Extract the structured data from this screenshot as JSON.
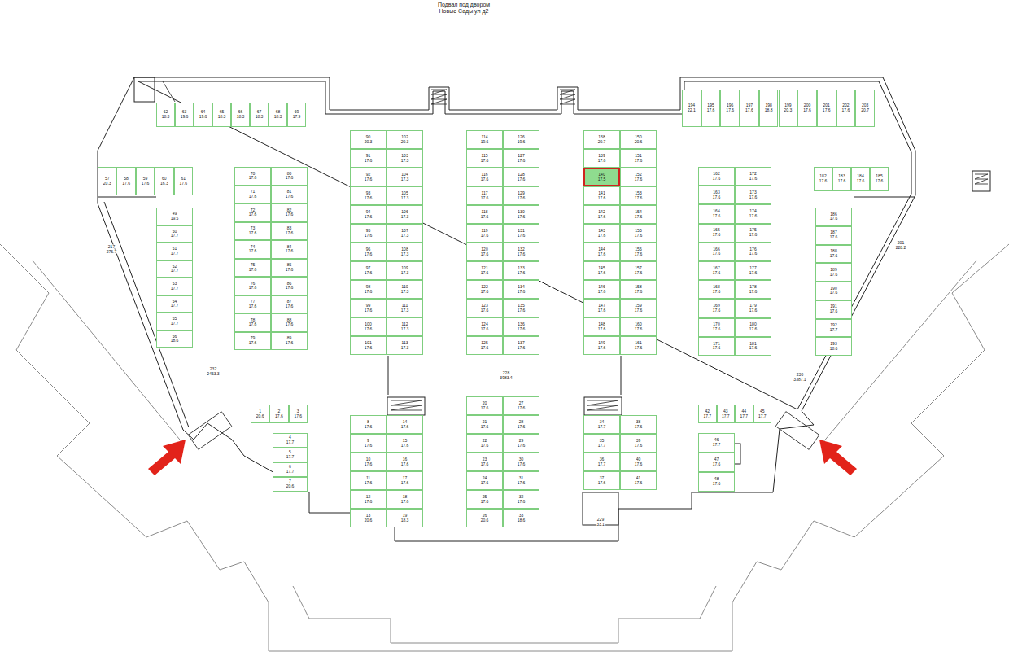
{
  "diagram": {
    "title": "Подвал под двором Новые Сады ул д2",
    "nodes": [
      {
        "text": [
          "62",
          "18.3"
        ]
      },
      {
        "text": [
          "63",
          "19.6"
        ]
      },
      {
        "text": [
          "64",
          "19.6"
        ]
      },
      {
        "text": [
          "65",
          "18.3"
        ]
      },
      {
        "text": [
          "66",
          "18.3"
        ]
      },
      {
        "text": [
          "67",
          "18.3"
        ]
      },
      {
        "text": [
          "68",
          "18.3"
        ]
      },
      {
        "text": [
          "69",
          "17.9"
        ]
      },
      {
        "text": [
          "194",
          "22.1"
        ]
      },
      {
        "text": [
          "195",
          "17.6"
        ]
      },
      {
        "text": [
          "196",
          "17.6"
        ]
      },
      {
        "text": [
          "197",
          "17.6"
        ]
      },
      {
        "text": [
          "198",
          "18.8"
        ]
      },
      {
        "text": [
          "199",
          "20.3"
        ]
      },
      {
        "text": [
          "200",
          "17.6"
        ]
      },
      {
        "text": [
          "201",
          "17.6"
        ]
      },
      {
        "text": [
          "202",
          "17.6"
        ]
      },
      {
        "text": [
          "203",
          "20.7"
        ]
      },
      {
        "text": [
          "57",
          "20.3"
        ]
      },
      {
        "text": [
          "58",
          "17.6"
        ]
      },
      {
        "text": [
          "59",
          "17.6"
        ]
      },
      {
        "text": [
          "60",
          "16.3"
        ]
      },
      {
        "text": [
          "61",
          "17.6"
        ]
      },
      {
        "text": [
          "182",
          "17.6"
        ]
      },
      {
        "text": [
          "183",
          "17.6"
        ]
      },
      {
        "text": [
          "184",
          "17.6"
        ]
      },
      {
        "text": [
          "185",
          "17.6"
        ]
      },
      {
        "text": [
          "49",
          "19.5"
        ]
      },
      {
        "text": [
          "50",
          "17.7"
        ]
      },
      {
        "text": [
          "51",
          "17.7"
        ]
      },
      {
        "text": [
          "52",
          "17.7"
        ]
      },
      {
        "text": [
          "53",
          "17.7"
        ]
      },
      {
        "text": [
          "54",
          "17.7"
        ]
      },
      {
        "text": [
          "55",
          "17.7"
        ]
      },
      {
        "text": [
          "56",
          "18.6"
        ]
      },
      {
        "text": [
          "70",
          "17.6"
        ]
      },
      {
        "text": [
          "71",
          "17.6"
        ]
      },
      {
        "text": [
          "72",
          "17.6"
        ]
      },
      {
        "text": [
          "73",
          "17.6"
        ]
      },
      {
        "text": [
          "74",
          "17.6"
        ]
      },
      {
        "text": [
          "75",
          "17.6"
        ]
      },
      {
        "text": [
          "76",
          "17.6"
        ]
      },
      {
        "text": [
          "77",
          "17.6"
        ]
      },
      {
        "text": [
          "78",
          "17.6"
        ]
      },
      {
        "text": [
          "79",
          "17.6"
        ]
      },
      {
        "text": [
          "80",
          "17.6"
        ]
      },
      {
        "text": [
          "81",
          "17.6"
        ]
      },
      {
        "text": [
          "82",
          "17.6"
        ]
      },
      {
        "text": [
          "83",
          "17.6"
        ]
      },
      {
        "text": [
          "84",
          "17.6"
        ]
      },
      {
        "text": [
          "85",
          "17.6"
        ]
      },
      {
        "text": [
          "86",
          "17.6"
        ]
      },
      {
        "text": [
          "87",
          "17.6"
        ]
      },
      {
        "text": [
          "88",
          "17.6"
        ]
      },
      {
        "text": [
          "89",
          "17.6"
        ]
      },
      {
        "text": [
          "90",
          "20.3"
        ]
      },
      {
        "text": [
          "91",
          "17.6"
        ]
      },
      {
        "text": [
          "92",
          "17.6"
        ]
      },
      {
        "text": [
          "93",
          "17.6"
        ]
      },
      {
        "text": [
          "94",
          "17.6"
        ]
      },
      {
        "text": [
          "95",
          "17.6"
        ]
      },
      {
        "text": [
          "96",
          "17.6"
        ]
      },
      {
        "text": [
          "97",
          "17.6"
        ]
      },
      {
        "text": [
          "98",
          "17.6"
        ]
      },
      {
        "text": [
          "99",
          "17.6"
        ]
      },
      {
        "text": [
          "100",
          "17.6"
        ]
      },
      {
        "text": [
          "101",
          "17.6"
        ]
      },
      {
        "text": [
          "102",
          "20.3"
        ]
      },
      {
        "text": [
          "103",
          "17.3"
        ]
      },
      {
        "text": [
          "104",
          "17.3"
        ]
      },
      {
        "text": [
          "105",
          "17.3"
        ]
      },
      {
        "text": [
          "106",
          "17.3"
        ]
      },
      {
        "text": [
          "107",
          "17.3"
        ]
      },
      {
        "text": [
          "108",
          "17.3"
        ]
      },
      {
        "text": [
          "109",
          "17.3"
        ]
      },
      {
        "text": [
          "110",
          "17.3"
        ]
      },
      {
        "text": [
          "111",
          "17.3"
        ]
      },
      {
        "text": [
          "112",
          "17.3"
        ]
      },
      {
        "text": [
          "113",
          "17.3"
        ]
      },
      {
        "text": [
          "114",
          "19.6"
        ]
      },
      {
        "text": [
          "115",
          "17.6"
        ]
      },
      {
        "text": [
          "116",
          "17.6"
        ]
      },
      {
        "text": [
          "117",
          "17.6"
        ]
      },
      {
        "text": [
          "118",
          "17.6"
        ]
      },
      {
        "text": [
          "119",
          "17.6"
        ]
      },
      {
        "text": [
          "120",
          "17.6"
        ]
      },
      {
        "text": [
          "121",
          "17.6"
        ]
      },
      {
        "text": [
          "122",
          "17.6"
        ]
      },
      {
        "text": [
          "123",
          "17.6"
        ]
      },
      {
        "text": [
          "124",
          "17.6"
        ]
      },
      {
        "text": [
          "125",
          "17.6"
        ]
      },
      {
        "text": [
          "126",
          "19.6"
        ]
      },
      {
        "text": [
          "127",
          "17.6"
        ]
      },
      {
        "text": [
          "128",
          "17.6"
        ]
      },
      {
        "text": [
          "129",
          "17.6"
        ]
      },
      {
        "text": [
          "130",
          "17.6"
        ]
      },
      {
        "text": [
          "131",
          "17.6"
        ]
      },
      {
        "text": [
          "132",
          "17.6"
        ]
      },
      {
        "text": [
          "133",
          "17.6"
        ]
      },
      {
        "text": [
          "134",
          "17.6"
        ]
      },
      {
        "text": [
          "135",
          "17.6"
        ]
      },
      {
        "text": [
          "136",
          "17.6"
        ]
      },
      {
        "text": [
          "137",
          "17.6"
        ]
      },
      {
        "text": [
          "138",
          "20.7"
        ]
      },
      {
        "text": [
          "139",
          "17.6"
        ]
      },
      {
        "text": [
          "140",
          "17.5"
        ]
      },
      {
        "text": [
          "141",
          "17.6"
        ]
      },
      {
        "text": [
          "142",
          "17.6"
        ]
      },
      {
        "text": [
          "143",
          "17.6"
        ]
      },
      {
        "text": [
          "144",
          "17.6"
        ]
      },
      {
        "text": [
          "145",
          "17.6"
        ]
      },
      {
        "text": [
          "146",
          "17.6"
        ]
      },
      {
        "text": [
          "147",
          "17.6"
        ]
      },
      {
        "text": [
          "148",
          "17.6"
        ]
      },
      {
        "text": [
          "149",
          "17.6"
        ]
      },
      {
        "text": [
          "150",
          "20.6"
        ]
      },
      {
        "text": [
          "151",
          "17.6"
        ]
      },
      {
        "text": [
          "152",
          "17.6"
        ]
      },
      {
        "text": [
          "153",
          "17.6"
        ]
      },
      {
        "text": [
          "154",
          "17.6"
        ]
      },
      {
        "text": [
          "155",
          "17.6"
        ]
      },
      {
        "text": [
          "156",
          "17.6"
        ]
      },
      {
        "text": [
          "157",
          "17.6"
        ]
      },
      {
        "text": [
          "158",
          "17.6"
        ]
      },
      {
        "text": [
          "159",
          "17.6"
        ]
      },
      {
        "text": [
          "160",
          "17.6"
        ]
      },
      {
        "text": [
          "161",
          "17.6"
        ]
      },
      {
        "text": [
          "162",
          "17.6"
        ]
      },
      {
        "text": [
          "163",
          "17.6"
        ]
      },
      {
        "text": [
          "164",
          "17.6"
        ]
      },
      {
        "text": [
          "165",
          "17.6"
        ]
      },
      {
        "text": [
          "166",
          "17.6"
        ]
      },
      {
        "text": [
          "167",
          "17.6"
        ]
      },
      {
        "text": [
          "168",
          "17.6"
        ]
      },
      {
        "text": [
          "169",
          "17.6"
        ]
      },
      {
        "text": [
          "170",
          "17.6"
        ]
      },
      {
        "text": [
          "171",
          "17.6"
        ]
      },
      {
        "text": [
          "172",
          "17.6"
        ]
      },
      {
        "text": [
          "173",
          "17.6"
        ]
      },
      {
        "text": [
          "174",
          "17.6"
        ]
      },
      {
        "text": [
          "175",
          "17.6"
        ]
      },
      {
        "text": [
          "176",
          "17.6"
        ]
      },
      {
        "text": [
          "177",
          "17.6"
        ]
      },
      {
        "text": [
          "178",
          "17.6"
        ]
      },
      {
        "text": [
          "179",
          "17.6"
        ]
      },
      {
        "text": [
          "180",
          "17.6"
        ]
      },
      {
        "text": [
          "181",
          "17.6"
        ]
      },
      {
        "text": [
          "186",
          "17.6"
        ]
      },
      {
        "text": [
          "187",
          "17.6"
        ]
      },
      {
        "text": [
          "188",
          "17.6"
        ]
      },
      {
        "text": [
          "189",
          "17.6"
        ]
      },
      {
        "text": [
          "190",
          "17.6"
        ]
      },
      {
        "text": [
          "191",
          "17.6"
        ]
      },
      {
        "text": [
          "192",
          "17.7"
        ]
      },
      {
        "text": [
          "193",
          "18.6"
        ]
      },
      {
        "text": [
          "1",
          "20.6"
        ]
      },
      {
        "text": [
          "2",
          "17.6"
        ]
      },
      {
        "text": [
          "3",
          "17.6"
        ]
      },
      {
        "text": [
          "4",
          "17.7"
        ]
      },
      {
        "text": [
          "5",
          "17.7"
        ]
      },
      {
        "text": [
          "6",
          "17.7"
        ]
      },
      {
        "text": [
          "7",
          "20.6"
        ]
      },
      {
        "text": [
          "8",
          "17.6"
        ]
      },
      {
        "text": [
          "9",
          "17.6"
        ]
      },
      {
        "text": [
          "10",
          "17.6"
        ]
      },
      {
        "text": [
          "11",
          "17.6"
        ]
      },
      {
        "text": [
          "12",
          "17.6"
        ]
      },
      {
        "text": [
          "13",
          "20.6"
        ]
      },
      {
        "text": [
          "14",
          "17.6"
        ]
      },
      {
        "text": [
          "15",
          "17.6"
        ]
      },
      {
        "text": [
          "16",
          "17.6"
        ]
      },
      {
        "text": [
          "17",
          "17.6"
        ]
      },
      {
        "text": [
          "18",
          "17.6"
        ]
      },
      {
        "text": [
          "19",
          "18.3"
        ]
      },
      {
        "text": [
          "20",
          "17.6"
        ]
      },
      {
        "text": [
          "21",
          "17.6"
        ]
      },
      {
        "text": [
          "22",
          "17.6"
        ]
      },
      {
        "text": [
          "23",
          "17.6"
        ]
      },
      {
        "text": [
          "24",
          "17.6"
        ]
      },
      {
        "text": [
          "25",
          "17.6"
        ]
      },
      {
        "text": [
          "26",
          "20.6"
        ]
      },
      {
        "text": [
          "27",
          "17.6"
        ]
      },
      {
        "text": [
          "28",
          "17.6"
        ]
      },
      {
        "text": [
          "29",
          "17.6"
        ]
      },
      {
        "text": [
          "30",
          "17.6"
        ]
      },
      {
        "text": [
          "31",
          "17.6"
        ]
      },
      {
        "text": [
          "32",
          "17.6"
        ]
      },
      {
        "text": [
          "33",
          "18.6"
        ]
      },
      {
        "text": [
          "34",
          "17.7"
        ]
      },
      {
        "text": [
          "35",
          "17.7"
        ]
      },
      {
        "text": [
          "36",
          "17.7"
        ]
      },
      {
        "text": [
          "37",
          "17.6"
        ]
      },
      {
        "text": [
          "38",
          "17.6"
        ]
      },
      {
        "text": [
          "39",
          "17.6"
        ]
      },
      {
        "text": [
          "40",
          "17.6"
        ]
      },
      {
        "text": [
          "41",
          "17.6"
        ]
      },
      {
        "text": [
          "42",
          "17.7"
        ]
      },
      {
        "text": [
          "43",
          "17.7"
        ]
      },
      {
        "text": [
          "44",
          "17.7"
        ]
      },
      {
        "text": [
          "45",
          "17.7"
        ]
      },
      {
        "text": [
          "46",
          "17.7"
        ]
      },
      {
        "text": [
          "47",
          "17.6"
        ]
      },
      {
        "text": [
          "48",
          "17.6"
        ]
      }
    ],
    "labels": [
      "217",
      "276.7",
      "232",
      "2463.3",
      "228",
      "3983.4",
      "230",
      "3387.1",
      "201",
      "228.2",
      "229",
      "33.1"
    ]
  }
}
